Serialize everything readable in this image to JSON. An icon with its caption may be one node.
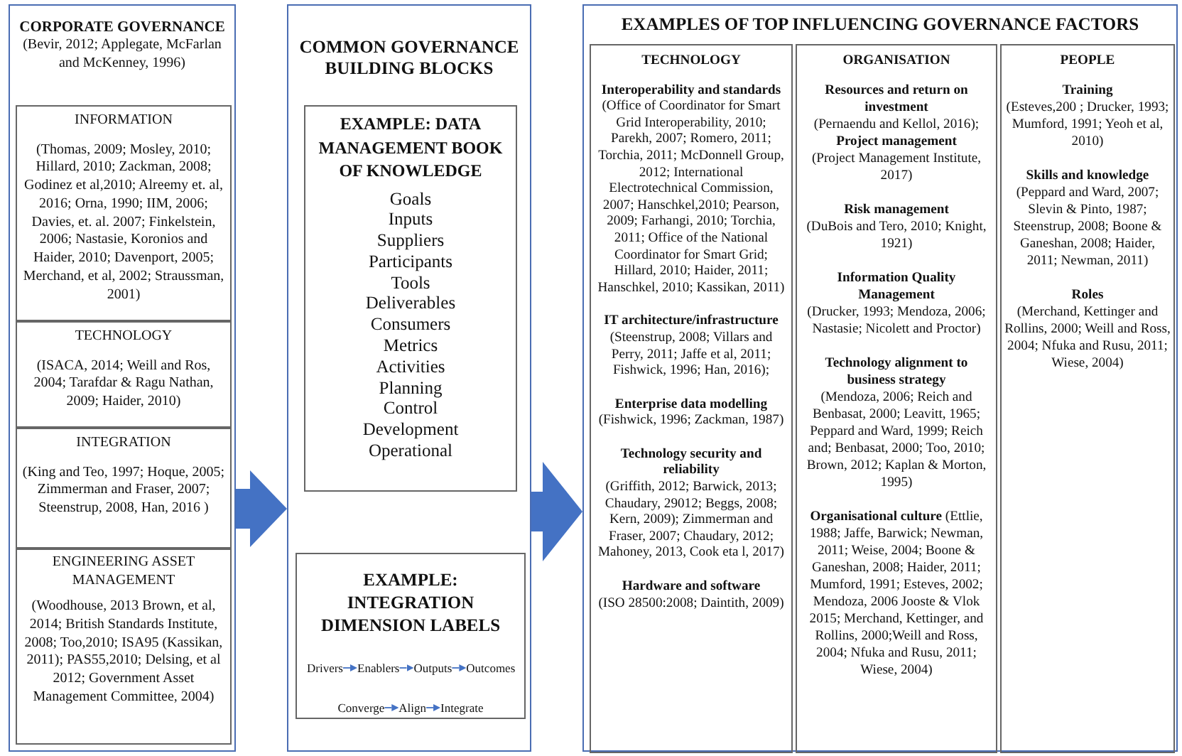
{
  "diagram": {
    "nodes": [
      {
        "text": [
          "CORPORATE GOVERNANCE",
          "(Bevir, 2012; Applegate, McFarlan and McKenney, 1996)"
        ]
      },
      {
        "text": [
          "INFORMATION",
          "(Thomas, 2009; Mosley, 2010; Hillard, 2010; Zackman, 2008; Godinez et al,2010; Alreemy et. al, 2016; Orna, 1990; IIM, 2006; Davies, et. al. 2007; Finkelstein, 2006; Nastasie, Koronios and Haider, 2010; Davenport, 2005; Merchand, et al, 2002; Straussman, 2001)"
        ],
        "in": 0
      },
      {
        "text": [
          "TECHNOLOGY",
          "(ISACA, 2014; Weill and Ros, 2004; Tarafdar & Ragu Nathan, 2009; Haider, 2010)"
        ],
        "in": 0
      },
      {
        "text": [
          "INTEGRATION",
          "(King and Teo, 1997; Hoque, 2005; Zimmerman and Fraser, 2007; Steenstrup, 2008, Han, 2016 )"
        ],
        "in": 0
      },
      {
        "text": [
          "ENGINEERING ASSET MANAGEMENT",
          "(Woodhouse, 2013 Brown, et al, 2014; British Standards Institute, 2008; Too,2010; ISA95 (Kassikan, 2011); PAS55,2010; Delsing, et al 2012; Government Asset Management Committee, 2004)"
        ],
        "in": 0
      },
      {
        "text": [
          "COMMON GOVERNANCE BUILDING BLOCKS"
        ]
      },
      {
        "text": [
          "EXAMPLE: DATA MANAGEMENT BOOK OF KNOWLEDGE",
          "Goals",
          "Inputs",
          "Suppliers",
          "Participants",
          "Tools",
          "Deliverables",
          "Consumers",
          "Metrics",
          "Activities",
          "Planning",
          "Control",
          "Development",
          "Operational"
        ],
        "in": 5
      },
      {
        "text": [
          "EXAMPLE: INTEGRATION DIMENSION LABELS"
        ],
        "in": 5
      },
      {
        "text": [
          "Drivers"
        ],
        "in": 7
      },
      {
        "text": [
          "Enablers"
        ],
        "in": 7
      },
      {
        "text": [
          "Outputs"
        ],
        "in": 7
      },
      {
        "text": [
          "Outcomes"
        ],
        "in": 7
      },
      {
        "text": [
          "Converge"
        ],
        "in": 7
      },
      {
        "text": [
          "Align"
        ],
        "in": 7
      },
      {
        "text": [
          "Integrate"
        ],
        "in": 7
      },
      {
        "text": [
          "EXAMPLES OF TOP INFLUENCING GOVERNANCE FACTORS"
        ]
      },
      {
        "text": [
          "TECHNOLOGY",
          "Interoperability and standards",
          "(Office of Coordinator for Smart Grid Interoperability, 2010; Parekh, 2007; Romero, 2011; Torchia, 2011; McDonnell Group, 2012; International Electrotechnical Commission, 2007; Hanschkel,2010; Pearson, 2009; Farhangi, 2010; Torchia, 2011; Office of the National Coordinator for Smart Grid; Hillard, 2010; Haider, 2011; Hanschkel, 2010; Kassikan, 2011)",
          "IT architecture/infrastructure",
          "(Steenstrup, 2008; Villars and Perry, 2011; Jaffe et al, 2011; Fishwick, 1996; Han, 2016);",
          "Enterprise data modelling",
          "(Fishwick, 1996; Zackman, 1987)",
          "Technology security and reliability",
          "(Griffith, 2012; Barwick, 2013; Chaudary, 29012; Beggs, 2008; Kern, 2009); Zimmerman and Fraser, 2007; Chaudary, 2012; Mahoney, 2013, Cook eta l, 2017)",
          "Hardware and software",
          "(ISO 28500:2008; Daintith, 2009)"
        ],
        "in": 15
      },
      {
        "text": [
          "ORGANISATION",
          "Resources and return on investment",
          "(Pernaendu and Kellol, 2016);",
          "Project management",
          "(Project Management Institute, 2017)",
          "Risk management",
          "(DuBois and Tero, 2010; Knight, 1921)",
          "Information Quality Management",
          "(Drucker, 1993; Mendoza, 2006; Nastasie; Nicolett and Proctor)",
          "Technology alignment to business strategy",
          "(Mendoza, 2006; Reich and Benbasat,  2000; Leavitt, 1965; Peppard and Ward, 1999; Reich and; Benbasat, 2000; Too, 2010; Brown, 2012; Kaplan & Morton, 1995)",
          "**Organisational culture** (Ettlie, 1988; Jaffe, Barwick; Newman, 2011; Weise, 2004; Boone & Ganeshan, 2008; Haider, 2011; Mumford, 1991;  Esteves, 2002; Mendoza, 2006 Jooste & Vlok 2015; Merchand, Kettinger, and Rollins, 2000;Weill and Ross, 2004; Nfuka and Rusu, 2011; Wiese, 2004)"
        ],
        "in": 15
      },
      {
        "text": [
          "PEOPLE",
          "Training",
          "(Esteves,200 ; Drucker, 1993; Mumford, 1991; Yeoh et al, 2010)",
          "Skills and knowledge",
          "(Peppard and Ward, 2007; Slevin & Pinto, 1987; Steenstrup, 2008; Boone & Ganeshan, 2008; Haider, 2011; Newman, 2011)",
          "Roles",
          "(Merchand, Kettinger and Rollins, 2000; Weill and Ross, 2004; Nfuka and Rusu, 2011; Wiese, 2004)"
        ],
        "in": 15
      }
    ],
    "edges": [
      {
        "from": 0,
        "to": 5,
        "arrow": "to",
        "style": "thick"
      },
      {
        "from": 5,
        "to": 15,
        "arrow": "to",
        "style": "thick"
      },
      {
        "from": 8,
        "to": 9,
        "arrow": "to"
      },
      {
        "from": 9,
        "to": 10,
        "arrow": "to"
      },
      {
        "from": 10,
        "to": 11,
        "arrow": "to"
      },
      {
        "from": 12,
        "to": 13,
        "arrow": "to"
      },
      {
        "from": 13,
        "to": 14,
        "arrow": "to"
      }
    ]
  }
}
